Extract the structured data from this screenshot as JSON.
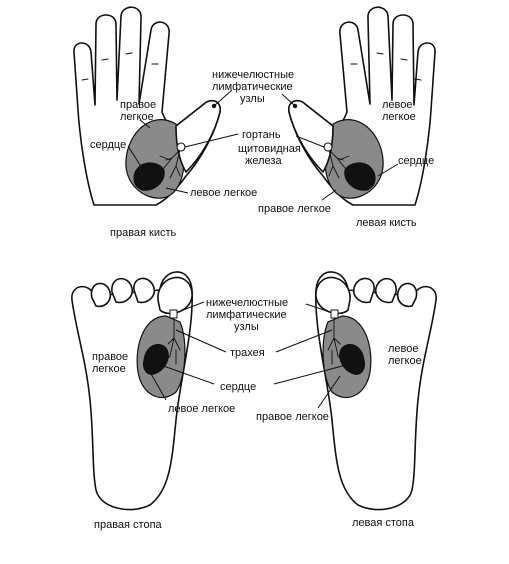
{
  "labels": {
    "hands": {
      "lymph_line1": "нижечелюстные",
      "lymph_line2": "лимфатические",
      "lymph_line3": "узлы",
      "larynx": "гортань",
      "thyroid_line1": "щитовидная",
      "thyroid_line2": "железа",
      "right_hand_right_lung_line1": "правое",
      "right_hand_right_lung_line2": "легкое",
      "right_hand_heart": "сердце",
      "right_hand_left_lung": "левое легкое",
      "left_hand_left_lung_line1": "левое",
      "left_hand_left_lung_line2": "легкое",
      "left_hand_heart": "сердце",
      "left_hand_right_lung": "правое легкое",
      "right_hand_caption": "правая кисть",
      "left_hand_caption": "левая кисть"
    },
    "feet": {
      "lymph_line1": "нижечелюстные",
      "lymph_line2": "лимфатические",
      "lymph_line3": "узлы",
      "trachea": "трахея",
      "heart": "сердце",
      "right_foot_right_lung_line1": "правое",
      "right_foot_right_lung_line2": "легкое",
      "right_foot_left_lung": "левое легкое",
      "left_foot_left_lung_line1": "левое",
      "left_foot_left_lung_line2": "легкое",
      "left_foot_right_lung": "правое легкое",
      "right_foot_caption": "правая стопа",
      "left_foot_caption": "левая стопа"
    }
  }
}
